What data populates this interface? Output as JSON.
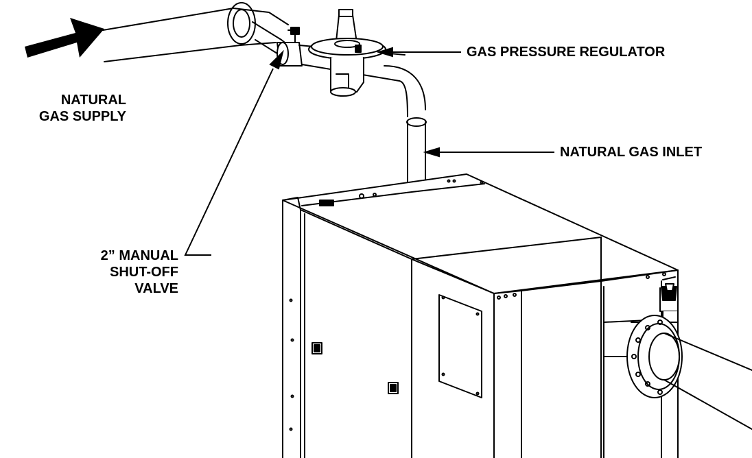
{
  "labels": {
    "regulator": "GAS PRESSURE REGULATOR",
    "inlet": "NATURAL GAS INLET",
    "supply": [
      "NATURAL",
      "GAS SUPPLY"
    ],
    "valve": [
      "2” MANUAL",
      "SHUT-OFF",
      "VALVE"
    ]
  },
  "colors": {
    "line": "#000000",
    "background": "#ffffff"
  }
}
